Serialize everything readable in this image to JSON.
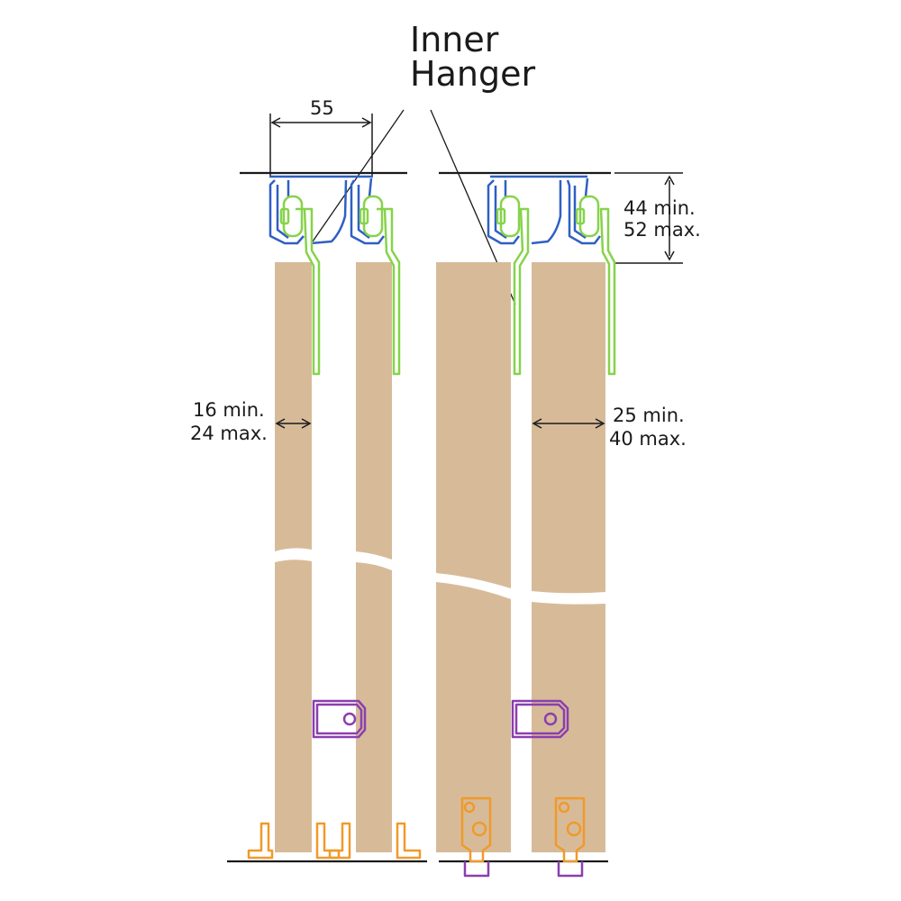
{
  "title": {
    "line1": "Inner",
    "line2": "Hanger"
  },
  "dimensions": {
    "top_width": "55",
    "track_height": {
      "min": "44 min.",
      "max": "52 max."
    },
    "left_thickness": {
      "min": "16 min.",
      "max": "24 max."
    },
    "right_thickness": {
      "min": "25 min.",
      "max": "40 max."
    }
  },
  "colors": {
    "panel": "#d7bb99",
    "track": "#2f5fc4",
    "hanger": "#86d34a",
    "guide": "#8b3fae",
    "bottom_guide": "#f09a2a",
    "line": "#1a1a1a"
  }
}
